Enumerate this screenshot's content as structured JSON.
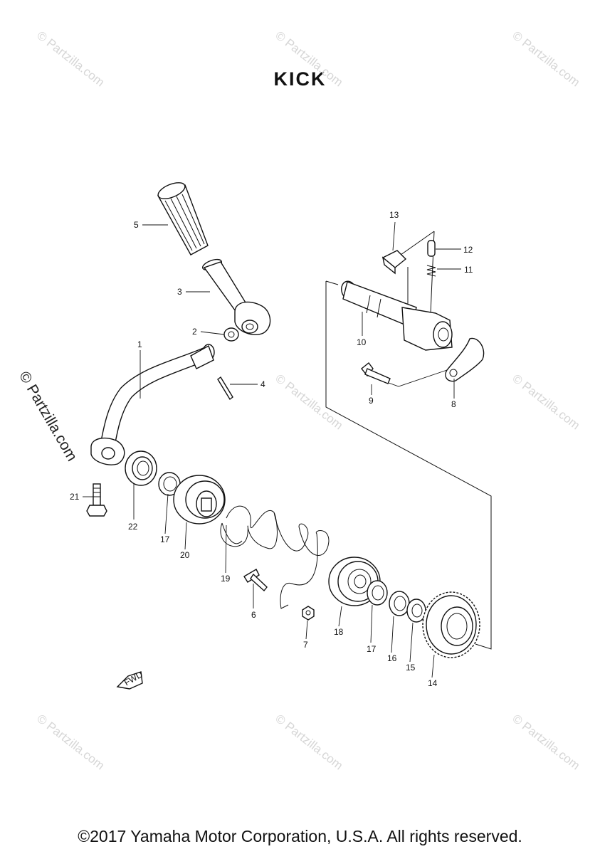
{
  "title": "KICK",
  "footer": "©2017 Yamaha Motor Corporation, U.S.A. All rights reserved.",
  "watermark": "© Partzilla.com",
  "fwd_label": "FWD",
  "callouts": {
    "p1": "1",
    "p2": "2",
    "p3": "3",
    "p4": "4",
    "p5": "5",
    "p6": "6",
    "p7": "7",
    "p8": "8",
    "p9": "9",
    "p10": "10",
    "p11": "11",
    "p12": "12",
    "p13": "13",
    "p14": "14",
    "p15": "15",
    "p16": "16",
    "p17a": "17",
    "p17b": "17",
    "p18": "18",
    "p19": "19",
    "p20": "20",
    "p21": "21",
    "p22": "22"
  }
}
